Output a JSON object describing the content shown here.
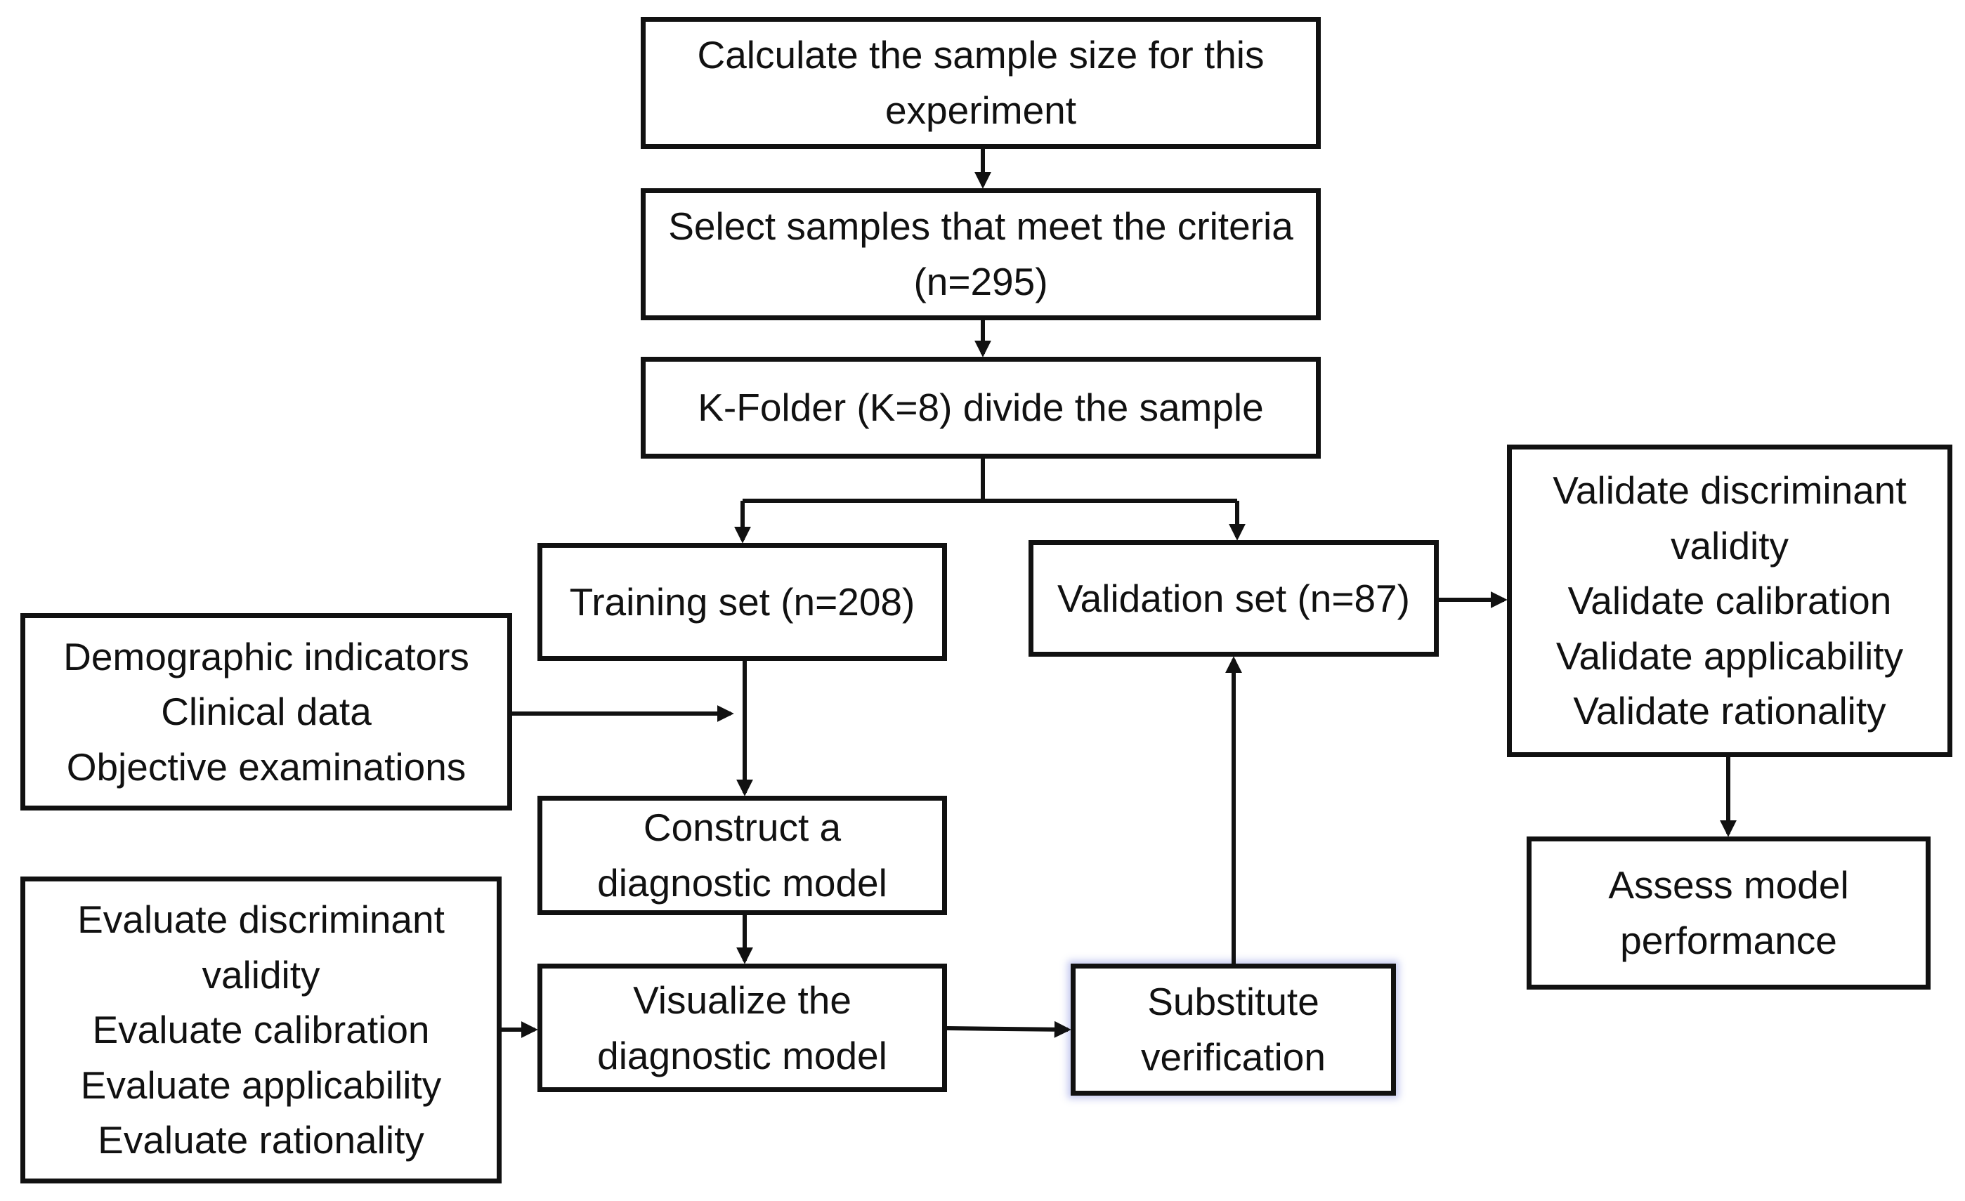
{
  "diagram": {
    "colors": {
      "stroke": "#111111",
      "background": "#ffffff",
      "glow": "#7882dc"
    },
    "boxes": {
      "sample_size": {
        "text": "Calculate the sample size for this experiment"
      },
      "select_samples": {
        "text": "Select samples that meet the criteria (n=295)"
      },
      "kfold": {
        "text": "K-Folder (K=8) divide the sample"
      },
      "training_set": {
        "text": "Training set (n=208)"
      },
      "validation_set": {
        "text": "Validation set (n=87)"
      },
      "inputs": {
        "lines": [
          "Demographic indicators",
          "Clinical data",
          "Objective examinations"
        ]
      },
      "construct": {
        "text": "Construct a diagnostic model"
      },
      "evaluate": {
        "lines": [
          "Evaluate discriminant validity",
          "Evaluate calibration",
          "Evaluate applicability",
          "Evaluate rationality"
        ]
      },
      "visualize": {
        "text": "Visualize the diagnostic model"
      },
      "substitute": {
        "text": "Substitute verification"
      },
      "validate_list": {
        "lines": [
          "Validate discriminant validity",
          "Validate calibration",
          "Validate applicability",
          "Validate rationality"
        ]
      },
      "assess": {
        "text": "Assess model performance"
      }
    },
    "connections": [
      {
        "from": "sample_size",
        "to": "select_samples"
      },
      {
        "from": "select_samples",
        "to": "kfold"
      },
      {
        "from": "kfold",
        "to": "training_set"
      },
      {
        "from": "kfold",
        "to": "validation_set"
      },
      {
        "from": "training_set",
        "to": "construct"
      },
      {
        "from": "inputs",
        "to": "training_set-construct"
      },
      {
        "from": "construct",
        "to": "visualize"
      },
      {
        "from": "evaluate",
        "to": "visualize"
      },
      {
        "from": "visualize",
        "to": "substitute"
      },
      {
        "from": "substitute",
        "to": "validation_set"
      },
      {
        "from": "validation_set",
        "to": "validate_list"
      },
      {
        "from": "validate_list",
        "to": "assess"
      }
    ]
  }
}
